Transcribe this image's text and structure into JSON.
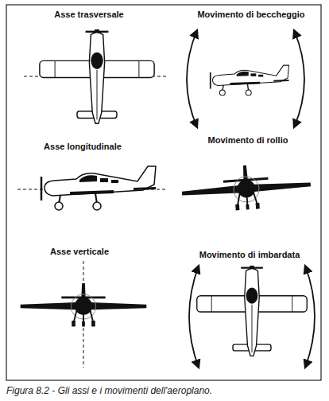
{
  "diagram": {
    "caption": "Figura 8.2 - Gli assi e i movimenti dell'aeroplano.",
    "labels": [
      "Asse trasversale",
      "Movimento di beccheggio",
      "Asse longitudinale",
      "Movimento di rollio",
      "Asse verticale",
      "Movimento di imbardata"
    ]
  }
}
